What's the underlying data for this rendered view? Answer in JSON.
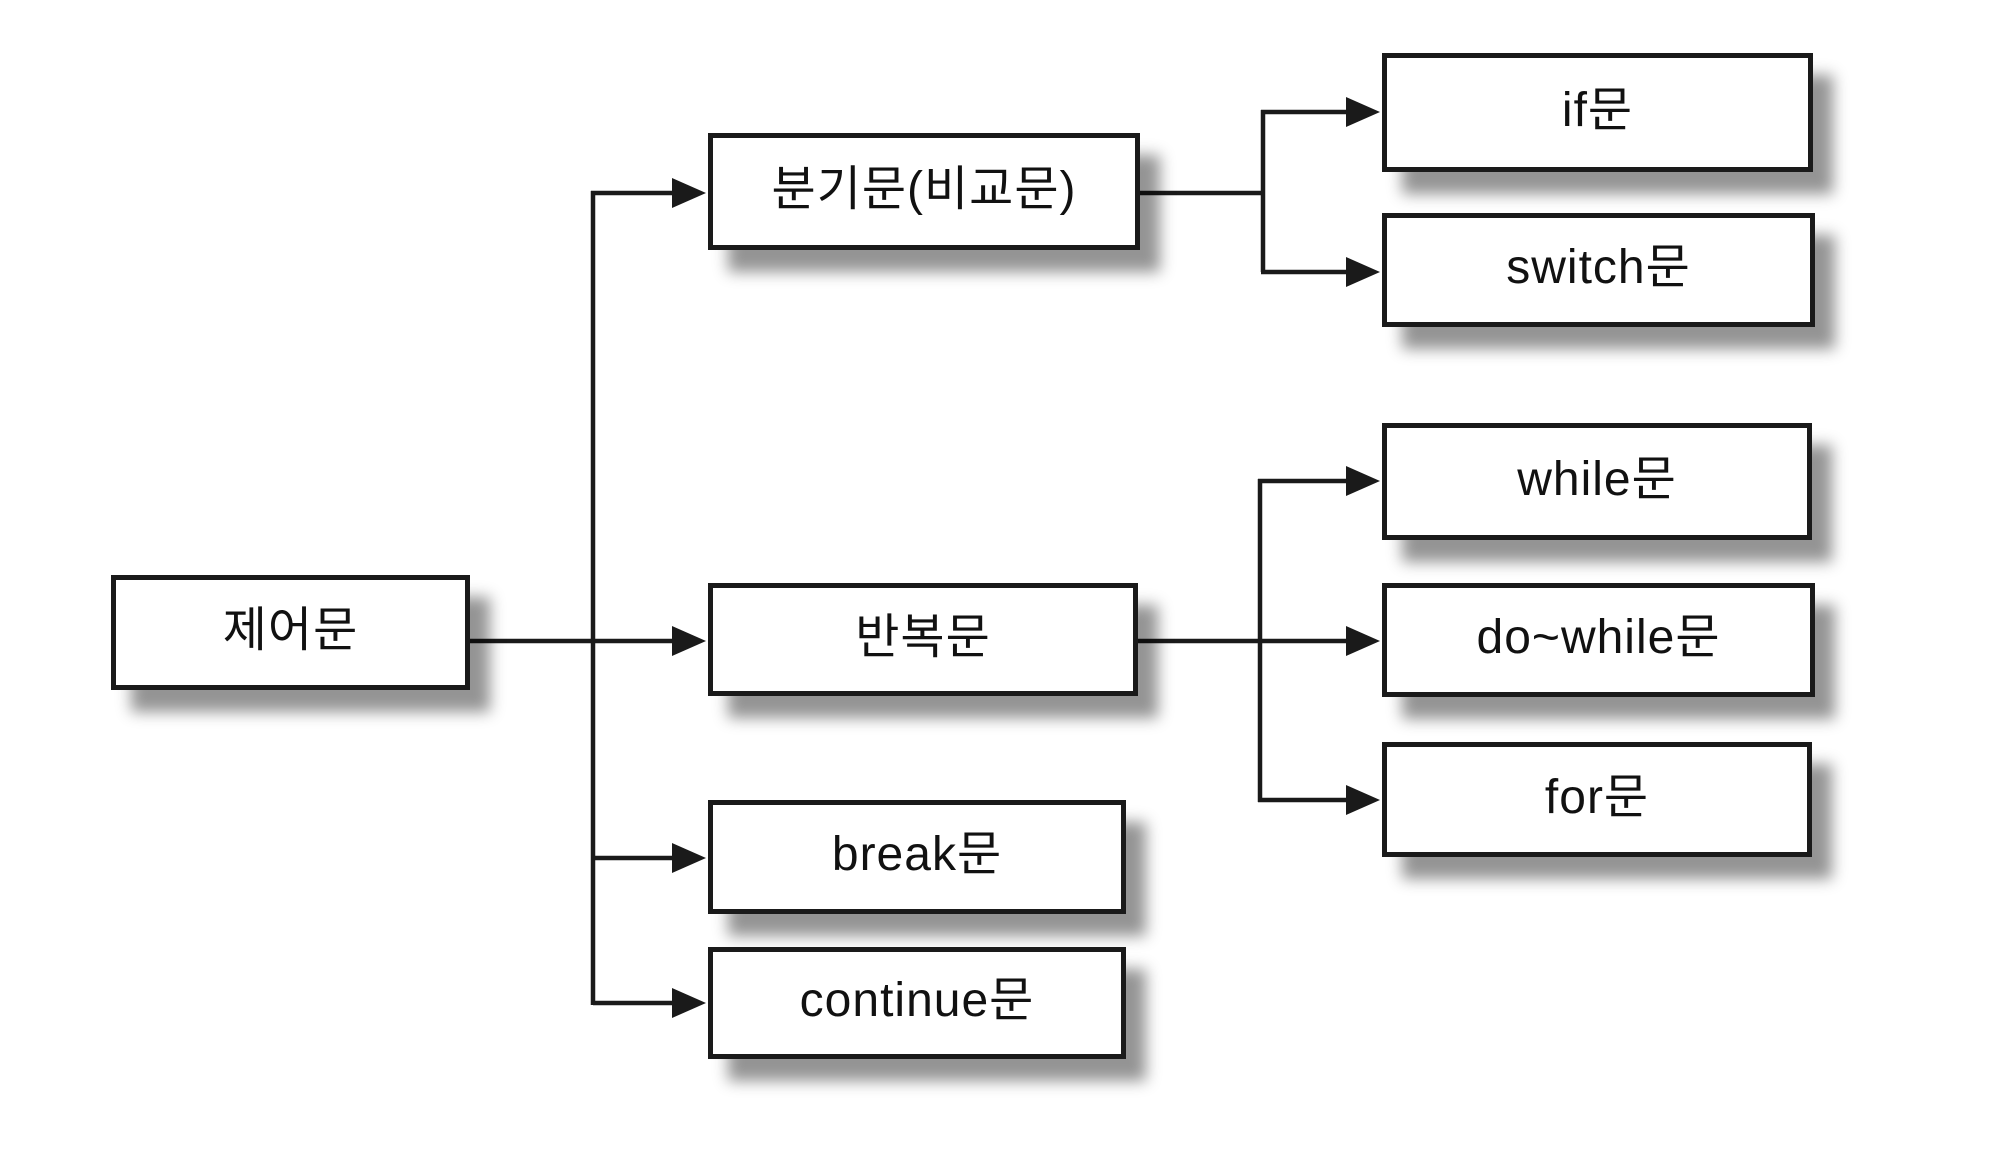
{
  "diagram": {
    "type": "tree",
    "orientation": "left-to-right",
    "root": {
      "label": "제어문"
    },
    "children": [
      {
        "label": "분기문(비교문)",
        "children": [
          {
            "label": "if문"
          },
          {
            "label": "switch문"
          }
        ]
      },
      {
        "label": "반복문",
        "children": [
          {
            "label": "while문"
          },
          {
            "label": "do~while문"
          },
          {
            "label": "for문"
          }
        ]
      },
      {
        "label": "break문"
      },
      {
        "label": "continue문"
      }
    ]
  },
  "colors": {
    "background": "#ffffff",
    "box_fill": "#ffffff",
    "box_border": "#1a1a1a",
    "connector": "#1a1a1a",
    "text": "#111111",
    "shadow": "rgba(0,0,0,0.42)"
  }
}
